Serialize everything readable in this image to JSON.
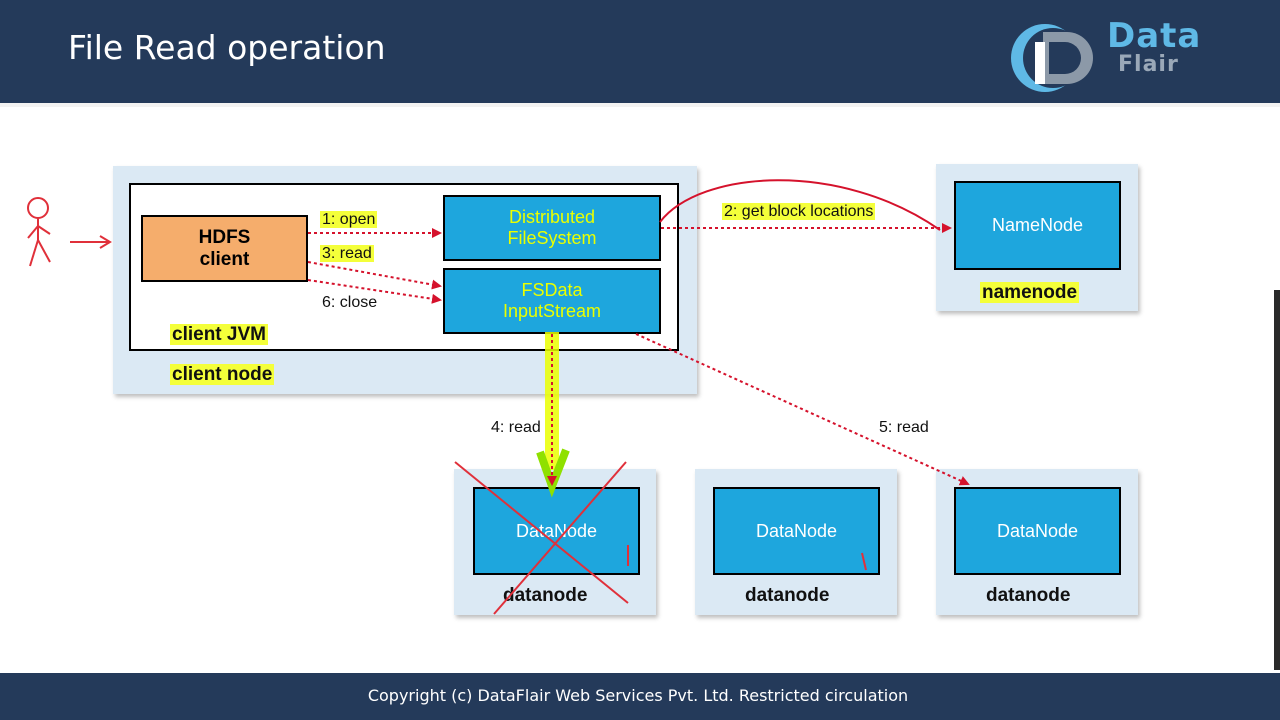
{
  "slide": {
    "title": "File Read operation",
    "footer": "Copyright (c) DataFlair Web Services Pvt. Ltd. Restricted circulation"
  },
  "logo": {
    "line1": "Data",
    "line2": "Flair"
  },
  "diagram": {
    "client_node_label": "client node",
    "client_jvm_label": "client JVM",
    "hdfs_client": {
      "line1": "HDFS",
      "line2": "client"
    },
    "distributed_fs": {
      "line1": "Distributed",
      "line2": "FileSystem"
    },
    "fsdata_stream": {
      "line1": "FSData",
      "line2": "InputStream"
    },
    "namenode": {
      "box": "NameNode",
      "label": "namenode"
    },
    "datanodes": [
      {
        "box": "DataNode",
        "label": "datanode"
      },
      {
        "box": "DataNode",
        "label": "datanode"
      },
      {
        "box": "DataNode",
        "label": "datanode"
      }
    ],
    "steps": {
      "open": "1: open",
      "get_block_locations": "2: get block locations",
      "read_client": "3: read",
      "read_datanode_a": "4: read",
      "read_datanode_c": "5: read",
      "close": "6: close"
    }
  },
  "colors": {
    "header": "#243a5a",
    "node_blue": "#1ea6dd",
    "client_orange": "#f5ad6c",
    "arrow_red": "#d5122c",
    "highlight": "#f4ff3a"
  }
}
